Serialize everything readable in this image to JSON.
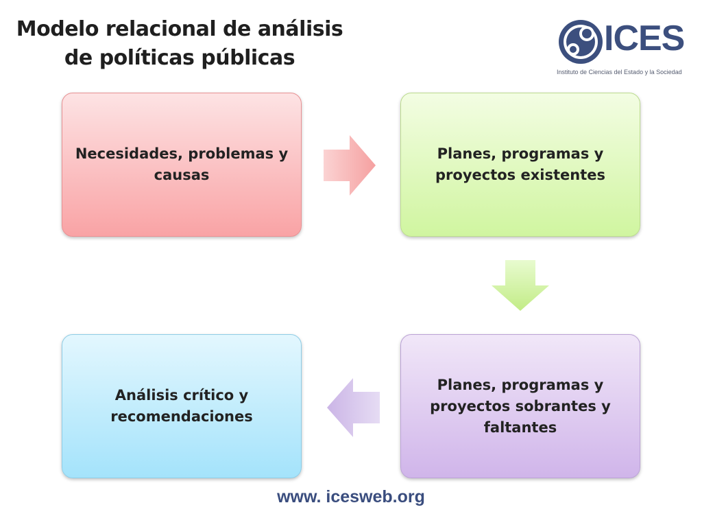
{
  "title": {
    "line1": "Modelo relacional de análisis",
    "line2": "de políticas públicas"
  },
  "logo": {
    "text": "ICES",
    "subtitle": "Instituto de Ciencias del Estado y la Sociedad",
    "color": "#3c4f7e"
  },
  "boxes": [
    {
      "label": "Necesidades, problemas  y causas",
      "color": "#f9a3a5"
    },
    {
      "label": "Planes, programas y proyectos existentes",
      "color": "#d0f5a0"
    },
    {
      "label": "Planes, programas y proyectos sobrantes y faltantes",
      "color": "#d0b5ea"
    },
    {
      "label": "Análisis crítico y recomendaciones",
      "color": "#a4e3fb"
    }
  ],
  "arrows": [
    {
      "from": "Necesidades, problemas  y causas",
      "to": "Planes, programas y proyectos existentes",
      "direction": "right",
      "color": "#f7a8a8"
    },
    {
      "from": "Planes, programas y proyectos existentes",
      "to": "Planes, programas y proyectos sobrantes y faltantes",
      "direction": "down",
      "color": "#c8ef8e"
    },
    {
      "from": "Planes, programas y proyectos sobrantes y faltantes",
      "to": "Análisis crítico y recomendaciones",
      "direction": "left",
      "color": "#d2bde8"
    }
  ],
  "footer": "www. icesweb.org"
}
